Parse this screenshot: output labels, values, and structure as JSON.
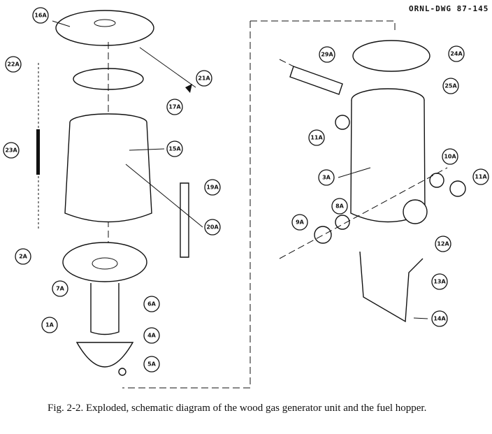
{
  "drawing_number": "ORNL-DWG 87-145",
  "caption": "Fig. 2-2. Exploded, schematic diagram of the wood gas generator unit and the fuel hopper.",
  "labels": [
    "16A",
    "22A",
    "21A",
    "17A",
    "23A",
    "15A",
    "19A",
    "20A",
    "2A",
    "7A",
    "6A",
    "1A",
    "4A",
    "5A",
    "29A",
    "24A",
    "25A",
    "11A",
    "10A",
    "11A",
    "3A",
    "8A",
    "9A",
    "12A",
    "13A",
    "14A"
  ]
}
